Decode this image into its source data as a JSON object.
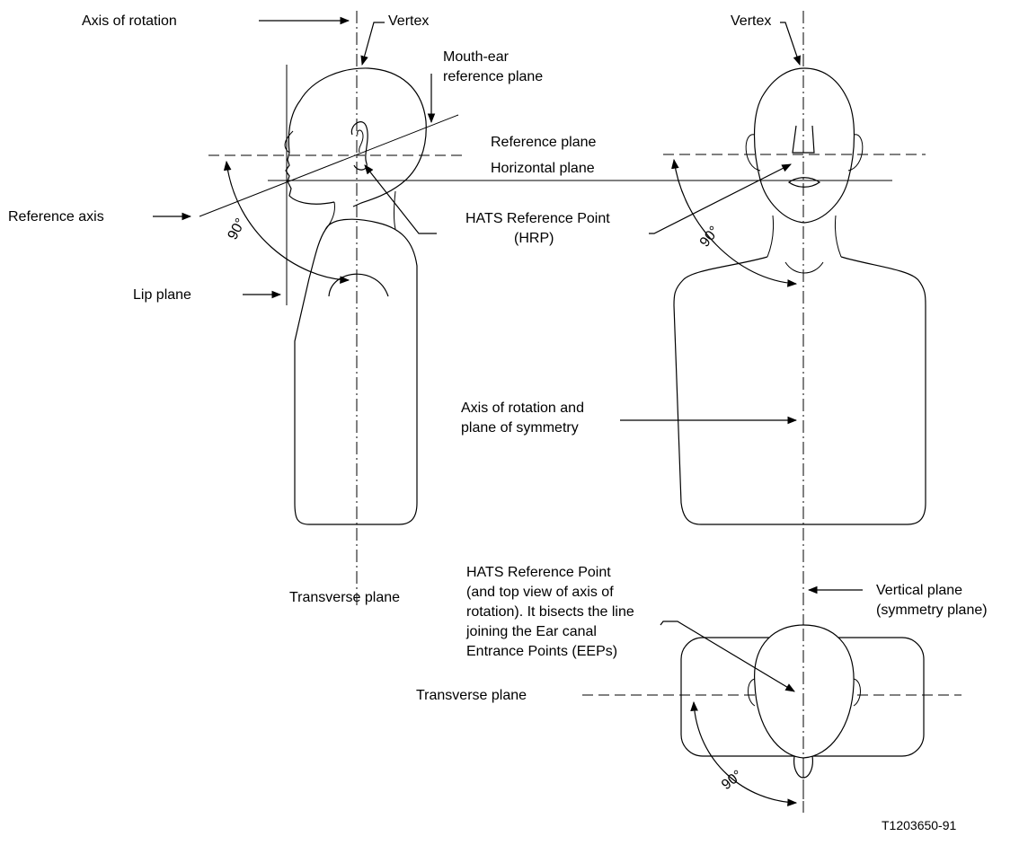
{
  "labels": {
    "axis_of_rotation": "Axis of rotation",
    "vertex_left": "Vertex",
    "vertex_right": "Vertex",
    "mouth_ear_1": "Mouth-ear",
    "mouth_ear_2": "reference plane",
    "reference_plane": "Reference plane",
    "horizontal_plane": "Horizontal plane",
    "reference_axis": "Reference axis",
    "hrp_1": "HATS Reference Point",
    "hrp_2": "(HRP)",
    "angle_left": "90°",
    "angle_right": "90°",
    "angle_bottom": "90°",
    "lip_plane": "Lip plane",
    "axis_sym_1": "Axis of rotation and",
    "axis_sym_2": "plane of symmetry",
    "transverse_left": "Transverse plane",
    "top_hrp_1": "HATS Reference Point",
    "top_hrp_2": "(and top view of axis of",
    "top_hrp_3": "rotation). It bisects the line",
    "top_hrp_4": "joining the Ear canal",
    "top_hrp_5": "Entrance Points (EEPs)",
    "vertical_1": "Vertical plane",
    "vertical_2": "(symmetry plane)",
    "transverse_bottom": "Transverse plane",
    "figure_code": "T1203650-91"
  }
}
